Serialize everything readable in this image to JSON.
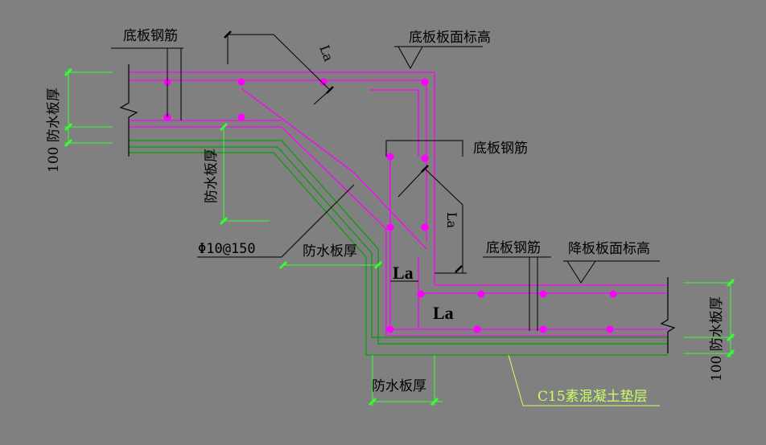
{
  "colors": {
    "background": "#808080",
    "slab_outline": "#ff00ff",
    "waterproof": "#00b300",
    "dimension_tick": "#33ff33",
    "rebar_dot": "#ff00ff",
    "leader": "#000000",
    "cushion_leader": "#ccff66"
  },
  "labels": {
    "rebar_top_left": "底板钢筋",
    "slab_top_elevation": "底板板面标高",
    "rebar_middle": "底板钢筋",
    "rebar_right": "底板钢筋",
    "lowered_slab_elevation": "降板板面标高",
    "thickness_left_vertical": "100 防水板厚",
    "thickness_slope_vertical": "防水板厚",
    "rebar_spec": "Φ10@150",
    "thickness_middle": "防水板厚",
    "thickness_bottom": "防水板厚",
    "thickness_right_vertical": "100 防水板厚",
    "cushion_layer": "C15素混凝土垫层",
    "la_top": "La",
    "la_mid": "La",
    "la_big_upper": "La",
    "la_big_lower": "La"
  }
}
